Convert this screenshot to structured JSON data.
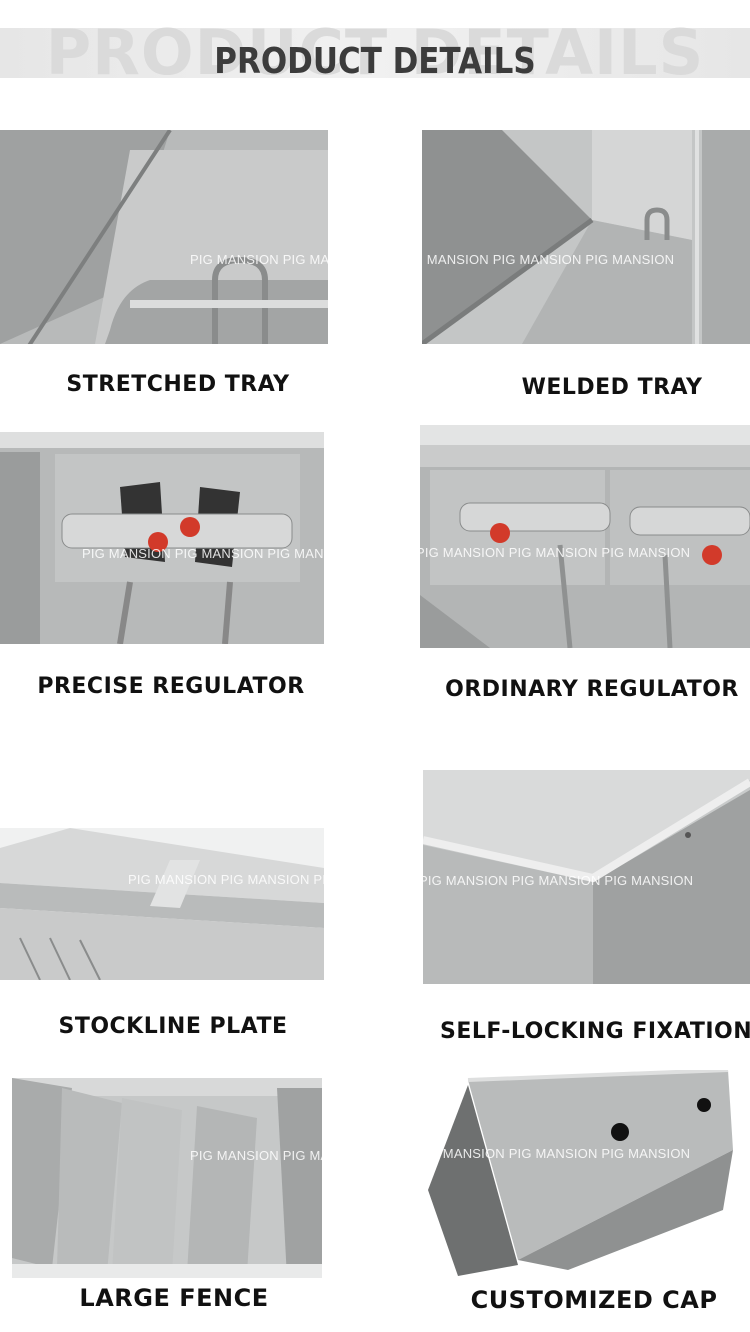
{
  "header": {
    "title": "PRODUCT DETAILS",
    "ghost": "PRODUCT DETAILS"
  },
  "watermark": "PIG MANSION PIG MANSION PIG MANSION",
  "details": [
    {
      "caption": "STRETCHED TRAY"
    },
    {
      "caption": "WELDED TRAY"
    },
    {
      "caption": "PRECISE REGULATOR"
    },
    {
      "caption": "ORDINARY REGULATOR"
    },
    {
      "caption": "STOCKLINE PLATE"
    },
    {
      "caption": "SELF-LOCKING FIXATION"
    },
    {
      "caption": "LARGE FENCE"
    },
    {
      "caption": "CUSTOMIZED CAP"
    }
  ],
  "colors": {
    "steel_light": "#d4d5d5",
    "steel_dark": "#8c8e8e",
    "knob_red": "#d23a2a"
  }
}
